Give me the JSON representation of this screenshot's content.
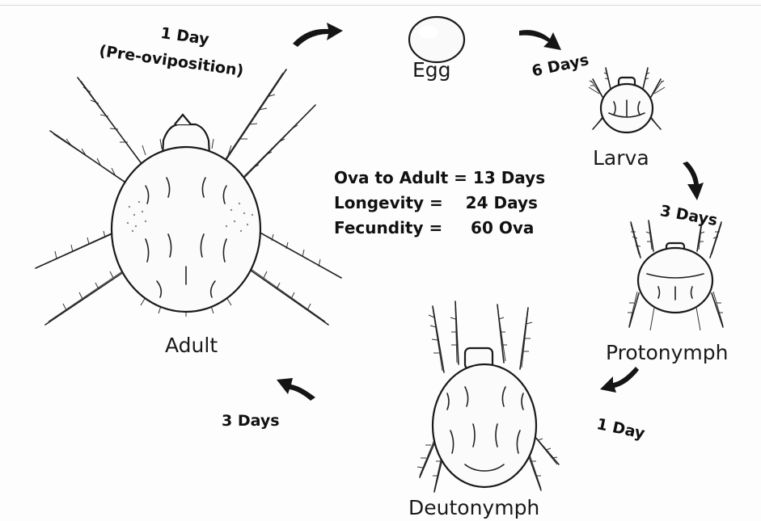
{
  "stages": {
    "egg": "Egg",
    "larva": "Larva",
    "protonymph": "Protonymph",
    "deutonymph": "Deutonymph",
    "adult": "Adult"
  },
  "durations": {
    "adult_to_egg_line1": "1 Day",
    "adult_to_egg_line2": "(Pre-oviposition)",
    "egg_to_larva": "6 Days",
    "larva_to_protonymph": "3 Days",
    "protonymph_to_deutonymph": "1 Day",
    "deutonymph_to_adult": "3 Days"
  },
  "stats": [
    {
      "label": "Ova to Adult = ",
      "value": "13 Days"
    },
    {
      "label": "Longevity =    ",
      "value": "24 Days"
    },
    {
      "label": "Fecundity =    ",
      "value": " 60 Ova"
    }
  ],
  "icons": {
    "egg": "egg-icon",
    "larva": "larva-mite-icon",
    "protonymph": "protonymph-mite-icon",
    "deutonymph": "deutonymph-mite-icon",
    "adult": "adult-mite-icon",
    "arrow": "curved-arrow-icon"
  },
  "colors": {
    "ink": "#111111",
    "background": "#fdfdfd"
  }
}
